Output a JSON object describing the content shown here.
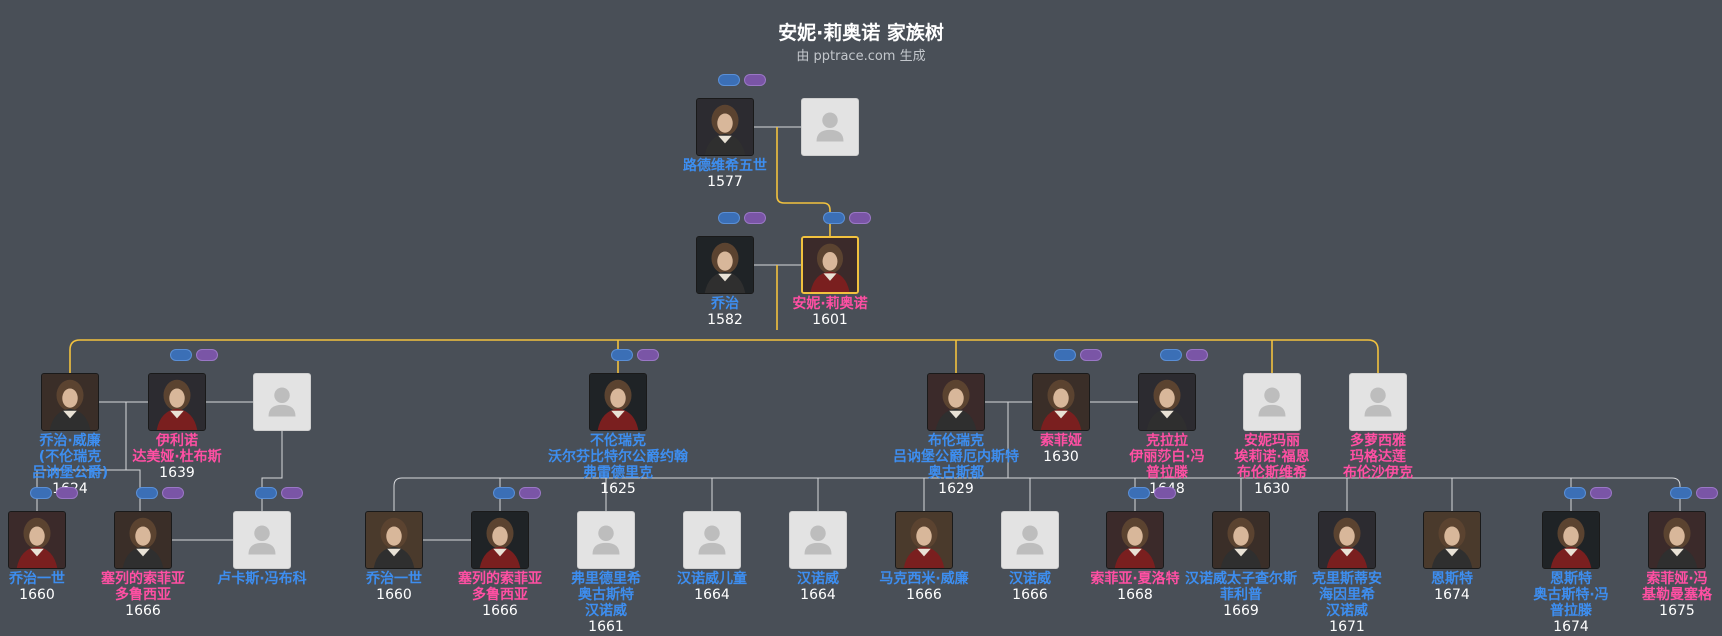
{
  "title": "安妮·莉奥诺 家族树",
  "subtitle": "由 pptrace.com 生成",
  "colors": {
    "background": "#494f57",
    "male": "#3d8ef0",
    "female": "#ff4fa3",
    "ancestor_line": "#f2c23e",
    "descendant_line": "#d6d8db"
  },
  "people": [
    {
      "id": "ludwig",
      "name": "路德维希五世",
      "year": "1577",
      "sex": "m",
      "photo": "portrait",
      "tags": true
    },
    {
      "id": "ludwig_spouse",
      "name": "",
      "year": "",
      "sex": "f",
      "photo": "placeholder",
      "tags": false
    },
    {
      "id": "georg_father",
      "name": "乔治",
      "year": "1582",
      "sex": "m",
      "photo": "portrait",
      "tags": true
    },
    {
      "id": "anne",
      "name": "安妮·莉奥诺",
      "year": "1601",
      "sex": "f",
      "photo": "portrait",
      "tags": true,
      "focus": true
    },
    {
      "id": "georg_wilhelm",
      "name": "乔治·威廉\n(不伦瑞克\n吕讷堡公爵)",
      "year": "1624",
      "sex": "m",
      "photo": "portrait",
      "tags": false
    },
    {
      "id": "eleonore",
      "name": "伊利诺\n达美娅·杜布斯",
      "year": "1639",
      "sex": "f",
      "photo": "portrait",
      "tags": true
    },
    {
      "id": "gw_spouse2",
      "name": "",
      "year": "",
      "sex": "f",
      "photo": "placeholder",
      "tags": false
    },
    {
      "id": "johann_friedrich",
      "name": "不伦瑞克\n沃尔芬比特尔公爵约翰\n弗雷德里克",
      "year": "1625",
      "sex": "m",
      "photo": "portrait",
      "tags": true
    },
    {
      "id": "ernst_august",
      "name": "布伦瑞克\n吕讷堡公爵厄内斯特\n奥古斯都",
      "year": "1629",
      "sex": "m",
      "photo": "portrait",
      "tags": false
    },
    {
      "id": "sophia",
      "name": "索菲娅",
      "year": "1630",
      "sex": "f",
      "photo": "portrait",
      "tags": true
    },
    {
      "id": "clara",
      "name": "克拉拉\n伊丽莎白·冯\n普拉滕",
      "year": "1648",
      "sex": "f",
      "photo": "portrait",
      "tags": true
    },
    {
      "id": "anna_maria",
      "name": "安妮玛丽\n埃莉诺·福恩\n布伦斯维希",
      "year": "1630",
      "sex": "f",
      "photo": "placeholder",
      "tags": false
    },
    {
      "id": "dorothea",
      "name": "多萝西雅\n玛格达莲\n布伦沙伊克",
      "year": "",
      "sex": "f",
      "photo": "placeholder",
      "tags": false
    },
    {
      "id": "georg1_a",
      "name": "乔治一世",
      "year": "1660",
      "sex": "m",
      "photo": "portrait",
      "tags": true
    },
    {
      "id": "sophia_dorothea_a",
      "name": "塞列的索菲亚\n多鲁西亚",
      "year": "1666",
      "sex": "f",
      "photo": "portrait",
      "tags": true
    },
    {
      "id": "lukas",
      "name": "卢卡斯·冯布科",
      "year": "",
      "sex": "m",
      "photo": "placeholder",
      "tags": true
    },
    {
      "id": "georg1_b",
      "name": "乔治一世",
      "year": "1660",
      "sex": "m",
      "photo": "portrait",
      "tags": false
    },
    {
      "id": "sophia_dorothea_b",
      "name": "塞列的索菲亚\n多鲁西亚",
      "year": "1666",
      "sex": "f",
      "photo": "portrait",
      "tags": true
    },
    {
      "id": "friedrich_august",
      "name": "弗里德里希\n奥古斯特\n汉诺威",
      "year": "1661",
      "sex": "m",
      "photo": "placeholder",
      "tags": false
    },
    {
      "id": "hannover_child",
      "name": "汉诺威儿童",
      "year": "1664",
      "sex": "m",
      "photo": "placeholder",
      "tags": false
    },
    {
      "id": "hannover_1664",
      "name": "汉诺威",
      "year": "1664",
      "sex": "m",
      "photo": "placeholder",
      "tags": false
    },
    {
      "id": "maximilian",
      "name": "马克西米·威廉",
      "year": "1666",
      "sex": "m",
      "photo": "portrait",
      "tags": false
    },
    {
      "id": "hannover_1666",
      "name": "汉诺威",
      "year": "1666",
      "sex": "m",
      "photo": "placeholder",
      "tags": false
    },
    {
      "id": "sophia_charlotte",
      "name": "索菲亚·夏洛特",
      "year": "1668",
      "sex": "f",
      "photo": "portrait",
      "tags": true
    },
    {
      "id": "karl_philipp",
      "name": "汉诺威太子查尔斯\n菲利普",
      "year": "1669",
      "sex": "m",
      "photo": "portrait",
      "tags": false
    },
    {
      "id": "christian_heinrich",
      "name": "克里斯蒂安\n海因里希\n汉诺威",
      "year": "1671",
      "sex": "m",
      "photo": "portrait",
      "tags": false
    },
    {
      "id": "ernst",
      "name": "恩斯特",
      "year": "1674",
      "sex": "m",
      "photo": "portrait",
      "tags": false
    },
    {
      "id": "ernst_august_platen",
      "name": "恩斯特\n奥古斯特·冯\n普拉滕",
      "year": "1674",
      "sex": "m",
      "photo": "portrait",
      "tags": true
    },
    {
      "id": "sophia_kielmansegg",
      "name": "索菲娅·冯\n基勒曼塞格",
      "year": "1675",
      "sex": "f",
      "photo": "portrait",
      "tags": true
    }
  ]
}
